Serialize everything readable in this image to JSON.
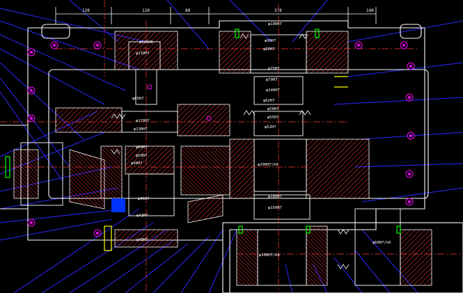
{
  "drawing": {
    "top_dimensions": [
      "120",
      "120",
      "80",
      "370",
      "140"
    ],
    "callouts": [
      "φ120H8",
      "φ110H7",
      "φ100H7",
      "φ90H7",
      "φ80H7",
      "φ75H7",
      "φ70H7",
      "φ140H7",
      "φ62H7",
      "φ58H7",
      "φ55H7",
      "φ52H7",
      "φ65H7",
      "φ200H7/k6",
      "φ170H7",
      "φ130H7",
      "φ60H7",
      "φ50H7",
      "φ48H7",
      "φ45H7",
      "φ42H7",
      "φ40H7",
      "φ100H7/k6",
      "φ60H7/k6",
      "φ180H7",
      "φ150H7"
    ],
    "colors": {
      "background": "#000000",
      "outline": "#ffffff",
      "hatch": "#ff3b3b",
      "leader": "#2a2aff",
      "centerline": "#ff3b3b",
      "bolt": "#ff00ff",
      "accent_green": "#00ff00",
      "accent_yellow": "#ffff00",
      "accent_blue_fill": "#0033ff"
    }
  }
}
